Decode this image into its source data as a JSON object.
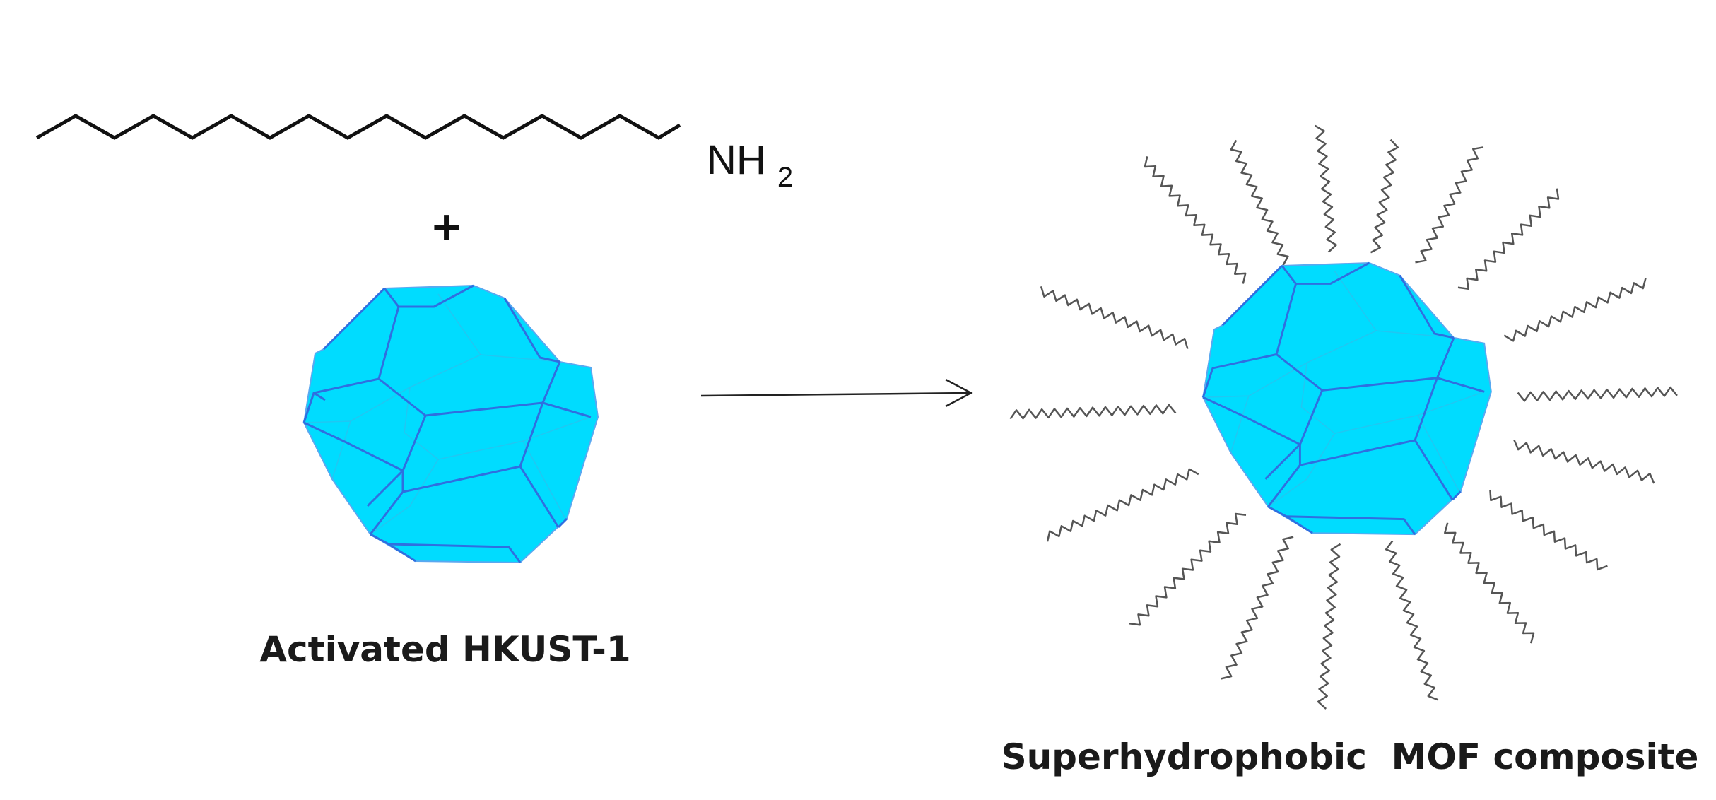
{
  "reagent": {
    "amine_label": "NH",
    "amine_subscript": "2"
  },
  "operator": {
    "plus": "+"
  },
  "left_particle": {
    "label": "Activated HKUST-1"
  },
  "right_particle": {
    "label": "Superhydrophobic  MOF composite"
  },
  "colors": {
    "mof": "#00dcff",
    "mof_edge": "#2f6fe0",
    "ligand": "#555555",
    "text": "#1a1a1a"
  }
}
